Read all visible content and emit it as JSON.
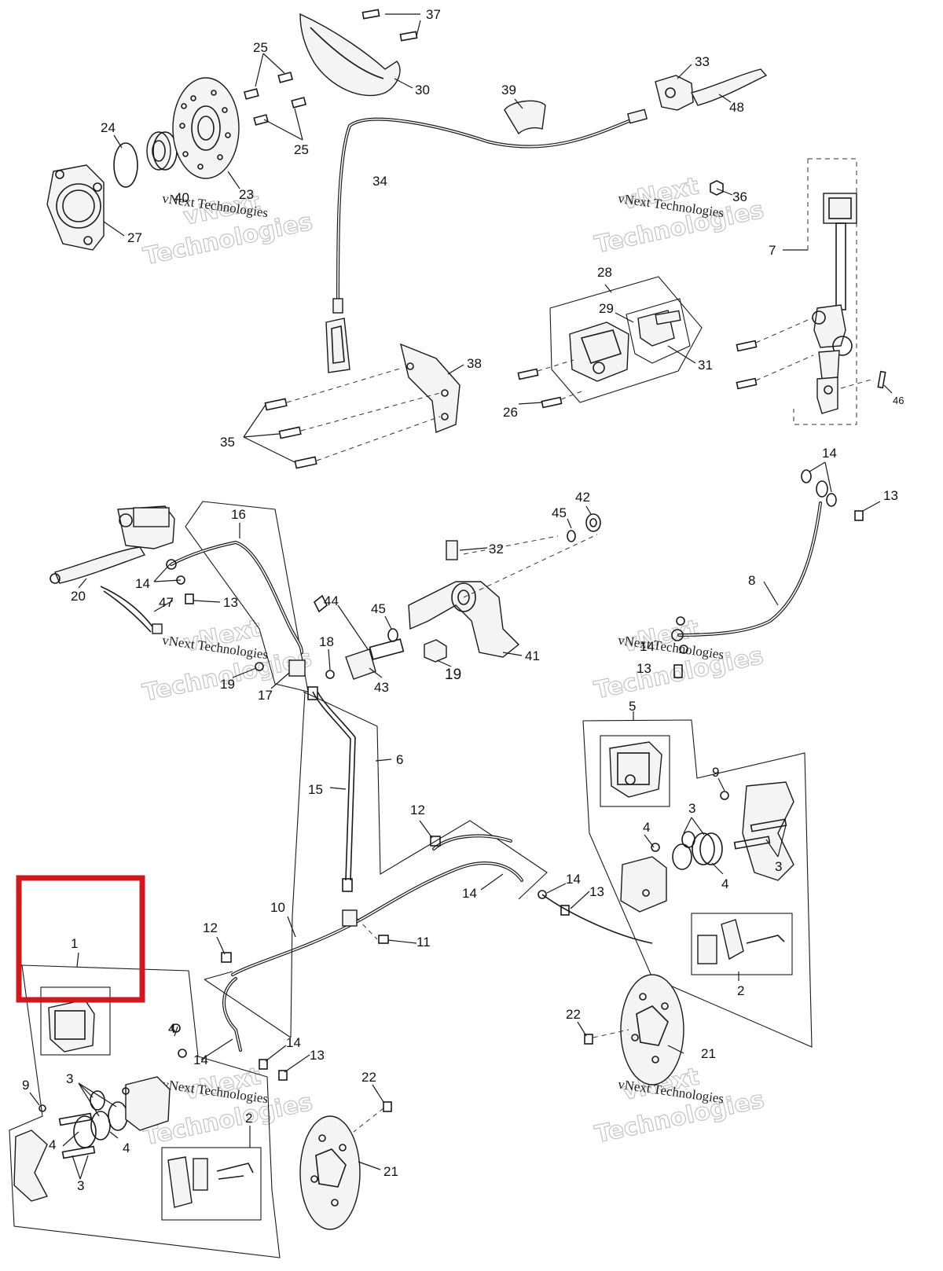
{
  "watermark": {
    "line1": "vNext Technologies",
    "line2": "vNext",
    "line3": "Technologies"
  },
  "highlight_color": "#d0181f",
  "callouts": {
    "c1": "1",
    "c2a": "2",
    "c2b": "2",
    "c3a": "3",
    "c3b": "3",
    "c3c": "3",
    "c3d": "3",
    "c4a": "4",
    "c4b": "4",
    "c4c": "4",
    "c4d": "4",
    "c4e": "4",
    "c4f": "4",
    "c5": "5",
    "c6": "6",
    "c7": "7",
    "c8": "8",
    "c9a": "9",
    "c9b": "9",
    "c10": "10",
    "c11": "11",
    "c12a": "12",
    "c12b": "12",
    "c13a": "13",
    "c13b": "13",
    "c13c": "13",
    "c13d": "13",
    "c13e": "13",
    "c14a": "14",
    "c14b": "14",
    "c14c": "14",
    "c14d": "14",
    "c14e": "14",
    "c14f": "14",
    "c14g": "14",
    "c15": "15",
    "c16": "16",
    "c17": "17",
    "c18": "18",
    "c19a": "19",
    "c19b": "19",
    "c20": "20",
    "c21a": "21",
    "c21b": "21",
    "c22a": "22",
    "c22b": "22",
    "c23": "23",
    "c24": "24",
    "c25a": "25",
    "c25b": "25",
    "c26": "26",
    "c27": "27",
    "c28": "28",
    "c29": "29",
    "c30": "30",
    "c31": "31",
    "c32": "32",
    "c33": "33",
    "c34": "34",
    "c35": "35",
    "c36": "36",
    "c37": "37",
    "c38": "38",
    "c39": "39",
    "c40": "40",
    "c41": "41",
    "c42": "42",
    "c43": "43",
    "c44": "44",
    "c45a": "45",
    "c45b": "45",
    "c46": "46",
    "c47": "47",
    "c48": "48"
  }
}
